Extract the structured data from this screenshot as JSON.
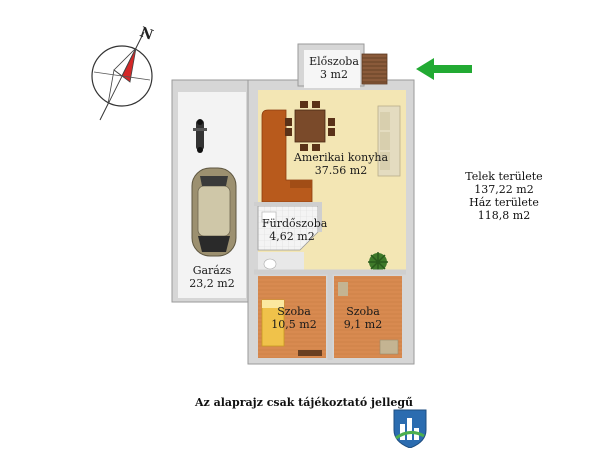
{
  "compass": {
    "label": "N",
    "icon": "compass-rose-icon"
  },
  "entrance": {
    "icon": "arrow-left-icon",
    "color": "#22aa33"
  },
  "rooms": [
    {
      "id": "eloszoba",
      "name": "Előszoba",
      "area": "3 m2"
    },
    {
      "id": "konyha",
      "name": "Amerikai konyha",
      "area": "37.56 m2"
    },
    {
      "id": "furdo",
      "name": "Fürdőszoba",
      "area": "4,62 m2"
    },
    {
      "id": "garazs",
      "name": "Garázs",
      "area": "23,2 m2"
    },
    {
      "id": "szoba1",
      "name": "Szoba",
      "area": "10,5 m2"
    },
    {
      "id": "szoba2",
      "name": "Szoba",
      "area": "9,1 m2"
    }
  ],
  "info": {
    "telek_label": "Telek területe",
    "telek_value": "137,22 m2",
    "haz_label": "Ház területe",
    "haz_value": "118,8 m2"
  },
  "caption": "Az alaprajz csak tájékoztató jellegű",
  "logo": {
    "icon": "company-logo-icon"
  },
  "colors": {
    "wall": "#d4d4d4",
    "kitchen_floor": "#f2e6b4",
    "room_floor": "#d98a52",
    "garage_floor": "#f2f2f2",
    "bath_floor": "#ececec",
    "arrow": "#22aa33"
  }
}
